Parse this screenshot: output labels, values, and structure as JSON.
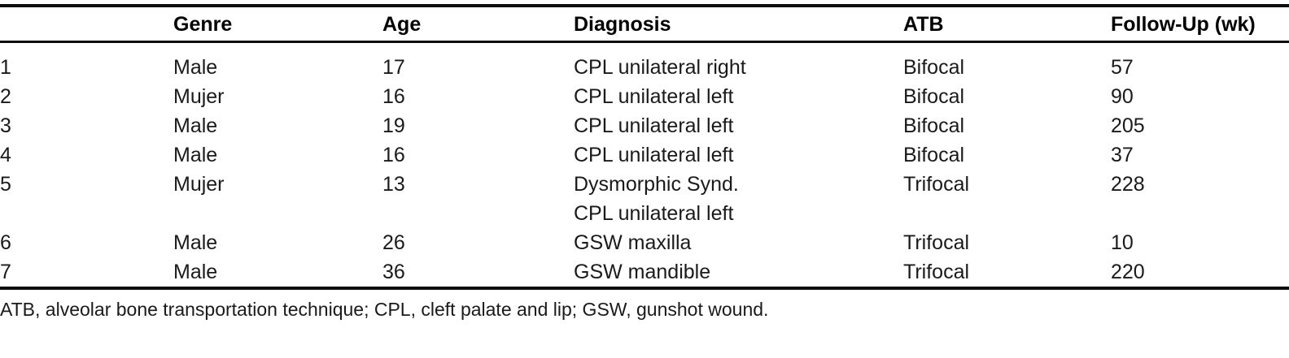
{
  "table": {
    "columns": [
      {
        "key": "num",
        "label": ""
      },
      {
        "key": "genre",
        "label": "Genre"
      },
      {
        "key": "age",
        "label": "Age"
      },
      {
        "key": "diag",
        "label": "Diagnosis"
      },
      {
        "key": "atb",
        "label": "ATB"
      },
      {
        "key": "fu",
        "label": "Follow-Up (wk)"
      }
    ],
    "rows": [
      {
        "num": "1",
        "genre": "Male",
        "age": "17",
        "diagnosis_lines": [
          "CPL unilateral right"
        ],
        "atb": "Bifocal",
        "followup": "57"
      },
      {
        "num": "2",
        "genre": "Mujer",
        "age": "16",
        "diagnosis_lines": [
          "CPL unilateral left"
        ],
        "atb": "Bifocal",
        "followup": "90"
      },
      {
        "num": "3",
        "genre": "Male",
        "age": "19",
        "diagnosis_lines": [
          "CPL unilateral left"
        ],
        "atb": "Bifocal",
        "followup": "205"
      },
      {
        "num": "4",
        "genre": "Male",
        "age": "16",
        "diagnosis_lines": [
          "CPL unilateral left"
        ],
        "atb": "Bifocal",
        "followup": "37"
      },
      {
        "num": "5",
        "genre": "Mujer",
        "age": "13",
        "diagnosis_lines": [
          "Dysmorphic Synd.",
          "CPL unilateral left"
        ],
        "atb": "Trifocal",
        "followup": "228"
      },
      {
        "num": "6",
        "genre": "Male",
        "age": "26",
        "diagnosis_lines": [
          "GSW maxilla"
        ],
        "atb": "Trifocal",
        "followup": "10"
      },
      {
        "num": "7",
        "genre": "Male",
        "age": "36",
        "diagnosis_lines": [
          "GSW mandible"
        ],
        "atb": "Trifocal",
        "followup": "220"
      }
    ],
    "footnote": "ATB, alveolar bone transportation technique; CPL, cleft palate and lip; GSW, gunshot wound."
  },
  "colors": {
    "rule": "#0d0d0d",
    "text": "#1a1a1a",
    "header_text": "#000000",
    "background": "#ffffff"
  }
}
